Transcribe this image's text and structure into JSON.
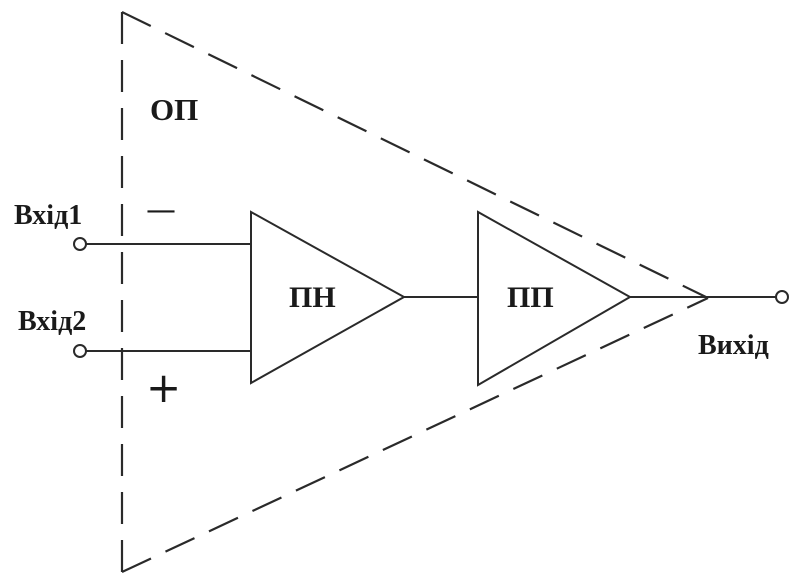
{
  "diagram": {
    "outer_label": "ОП",
    "input1_label": "Вхід1",
    "input2_label": "Вхід2",
    "output_label": "Вихід",
    "stage1_label": "ПН",
    "stage2_label": "ПП",
    "minus_sign": "—",
    "plus_sign": "+"
  }
}
